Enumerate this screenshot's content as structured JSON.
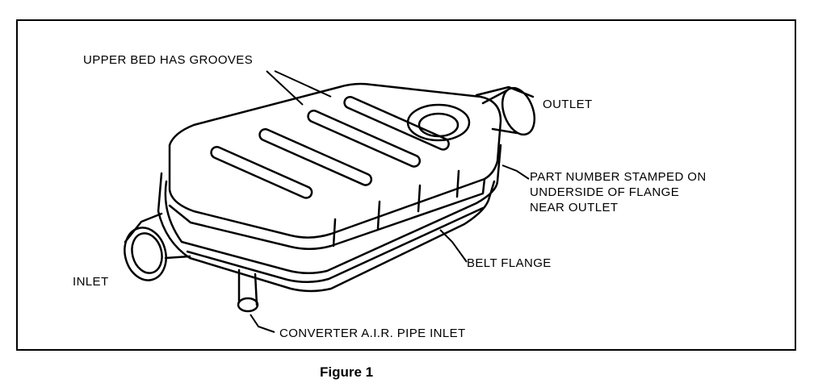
{
  "figure": {
    "caption": "Figure 1",
    "labels": {
      "upper_bed": "UPPER BED HAS GROOVES",
      "outlet": "OUTLET",
      "part_number_line1": "PART NUMBER STAMPED ON",
      "part_number_line2": "UNDERSIDE OF FLANGE",
      "part_number_line3": "NEAR OUTLET",
      "belt_flange": "BELT FLANGE",
      "inlet": "INLET",
      "air_pipe": "CONVERTER A.I.R. PIPE INLET"
    }
  }
}
